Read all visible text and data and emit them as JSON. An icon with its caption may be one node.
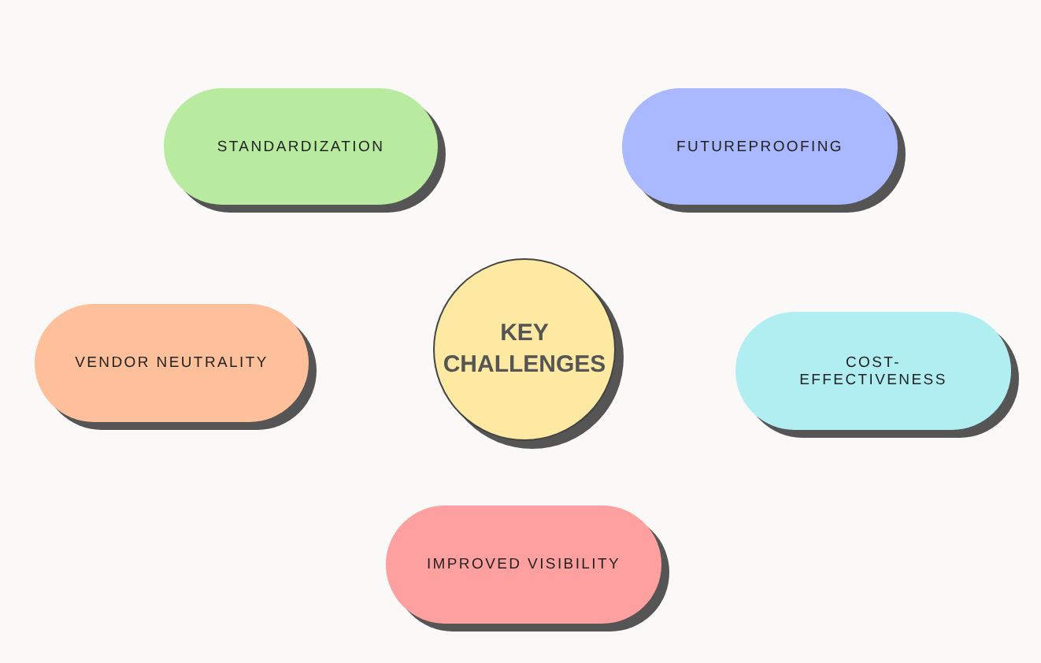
{
  "diagram": {
    "nodes": [
      {
        "text": [
          "STANDARDIZATION"
        ]
      },
      {
        "text": [
          "FUTUREPROOFING"
        ]
      },
      {
        "text": [
          "KEY CHALLENGES"
        ]
      },
      {
        "text": [
          "VENDOR NEUTRALITY"
        ]
      },
      {
        "text": [
          "COST-EFFECTIVENESS"
        ]
      },
      {
        "text": [
          "IMPROVED VISIBILITY"
        ]
      }
    ]
  }
}
